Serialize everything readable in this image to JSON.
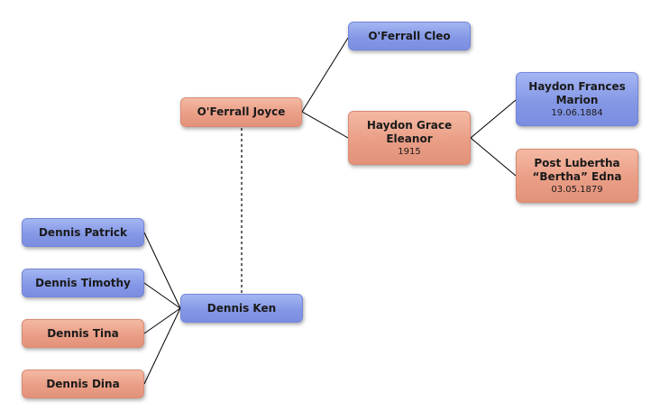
{
  "nodes": {
    "ocleo": {
      "name": "O'Ferrall Cleo"
    },
    "ojoyce": {
      "name": "O'Ferrall Joyce"
    },
    "hgrace": {
      "name_line1": "Haydon Grace",
      "name_line2": "Eleanor",
      "date": "1915"
    },
    "hfrances": {
      "name_line1": "Haydon Frances",
      "name_line2": "Marion",
      "date": "19.06.1884"
    },
    "plubertha": {
      "name_line1": "Post Lubertha",
      "name_line2": "“Bertha” Edna",
      "date": "03.05.1879"
    },
    "dpatrick": {
      "name": "Dennis Patrick"
    },
    "dtimothy": {
      "name": "Dennis Timothy"
    },
    "dtina": {
      "name": "Dennis Tina"
    },
    "ddina": {
      "name": "Dennis Dina"
    },
    "dken": {
      "name": "Dennis Ken"
    }
  },
  "colors": {
    "male": "#8598e6",
    "female": "#ea9e86",
    "line": "#000000"
  }
}
